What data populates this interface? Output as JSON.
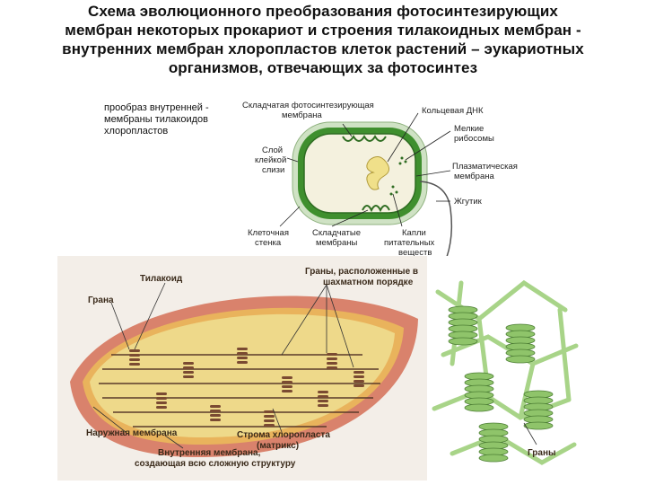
{
  "title": {
    "line1": "Схема эволюционного преобразования фотосинтезирующих",
    "line2": "мембран некоторых прокариот и строения тилакоидных мембран -",
    "line3": "внутренних мембран хлоропластов клеток растений – эукариотных",
    "line4": "организмов, отвечающих за фотосинтез"
  },
  "note": {
    "line1": "прообраз внутренней -",
    "line2": "мембраны тилакоидов",
    "line3": "хлоропластов"
  },
  "prokaryote": {
    "folded_membrane_1": "Складчатая фотосинтезирующая",
    "folded_membrane_2": "мембрана",
    "ring_dna": "Кольцевая ДНК",
    "small_ribosomes_1": "Мелкие",
    "small_ribosomes_2": "рибосомы",
    "slime_1": "Слой",
    "slime_2": "клейкой",
    "slime_3": "слизи",
    "plasma_membrane_1": "Плазматическая",
    "plasma_membrane_2": "мембрана",
    "flagellum": "Жгутик",
    "cell_wall_1": "Клеточная",
    "cell_wall_2": "стенка",
    "folded_membranes_1": "Складчатые",
    "folded_membranes_2": "мембраны",
    "droplets_1": "Капли",
    "droplets_2": "питательных",
    "droplets_3": "веществ"
  },
  "chloroplast": {
    "thylakoid": "Тилакоид",
    "grana_staggered_1": "Граны, расположенные в",
    "grana_staggered_2": "шахматном порядке",
    "granum": "Грана",
    "outer_membrane": "Наружная мембрана",
    "stroma_1": "Строма хлоропласта",
    "stroma_2": "(матрикс)",
    "inner_membrane_1": "Внутренняя мембрана,",
    "inner_membrane_2": "создающая всю сложную структуру",
    "grana_3d": "Граны"
  },
  "colors": {
    "outer_membrane": "#d9826c",
    "stroma": "#eed98a",
    "bacterium_green": "#3f8f2e",
    "grana_green": "#8fc46a"
  }
}
